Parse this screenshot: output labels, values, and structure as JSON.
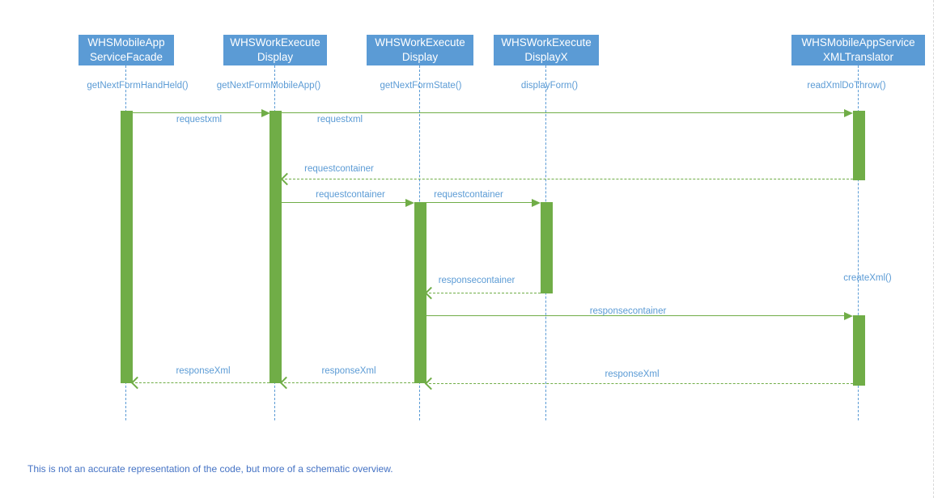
{
  "actors": [
    {
      "line1": "WHSMobileApp",
      "line2": "ServiceFacade",
      "method": "getNextFormHandHeld()"
    },
    {
      "line1": "WHSWorkExecute",
      "line2": "Display",
      "method": "getNextFormMobileApp()"
    },
    {
      "line1": "WHSWorkExecute",
      "line2": "Display",
      "method": "getNextFormState()"
    },
    {
      "line1": "WHSWorkExecute",
      "line2": "DisplayX",
      "method": "displayForm()"
    },
    {
      "line1": "WHSMobileAppService",
      "line2": "XMLTranslator",
      "method": "readXmlDoThrow()"
    }
  ],
  "messages": {
    "requestxml_1": "requestxml",
    "requestxml_2": "requestxml",
    "requestcontainer_return": "requestcontainer",
    "requestcontainer_2": "requestcontainer",
    "requestcontainer_3": "requestcontainer",
    "responsecontainer_return": "responsecontainer",
    "responsecontainer_2": "responsecontainer",
    "createxml": "createXml()",
    "responsexml_1": "responseXml",
    "responsexml_2": "responseXml",
    "responsexml_3": "responseXml"
  },
  "note": "This is not an accurate representation of the code, but more of a schematic overview.",
  "colors": {
    "actor_fill": "#5b9bd5",
    "activation_fill": "#70ad47",
    "message_text": "#5b9bd5",
    "note_text": "#4472c4"
  }
}
